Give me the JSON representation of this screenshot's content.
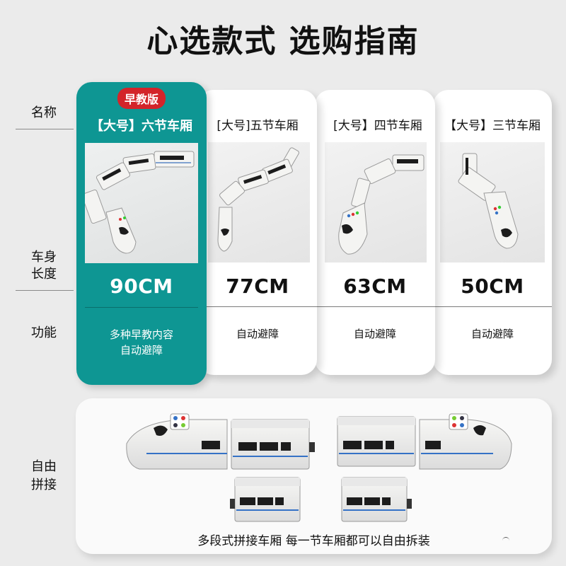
{
  "page": {
    "title": "心选款式 选购指南"
  },
  "row_labels": {
    "name": "名称",
    "length_line1": "车身",
    "length_line2": "长度",
    "function": "功能",
    "assembly_line1": "自由",
    "assembly_line2": "拼接"
  },
  "cards": [
    {
      "badge": "早教版",
      "name": "【大号】六节车厢",
      "length": "90CM",
      "function_line1": "多种早教内容",
      "function_line2": "自动避障",
      "image": "six-car-train-photo",
      "featured": true
    },
    {
      "name": "[大号]五节车厢",
      "length": "77CM",
      "function_line1": "自动避障",
      "image": "five-car-train-photo"
    },
    {
      "name": "[大号】四节车厢",
      "length": "63CM",
      "function_line1": "自动避障",
      "image": "four-car-train-photo"
    },
    {
      "name": "【大号】三节车厢",
      "length": "50CM",
      "function_line1": "自动避障",
      "image": "three-car-train-photo"
    }
  ],
  "assembly": {
    "caption": "多段式拼接车厢 每一节车厢都可以自由拆装",
    "image": "detachable-train-cars-photo"
  },
  "colors": {
    "featured_bg": "#0e9693",
    "badge_bg": "#d3242a",
    "page_bg": "#ebebeb",
    "card_bg": "#ffffff"
  }
}
